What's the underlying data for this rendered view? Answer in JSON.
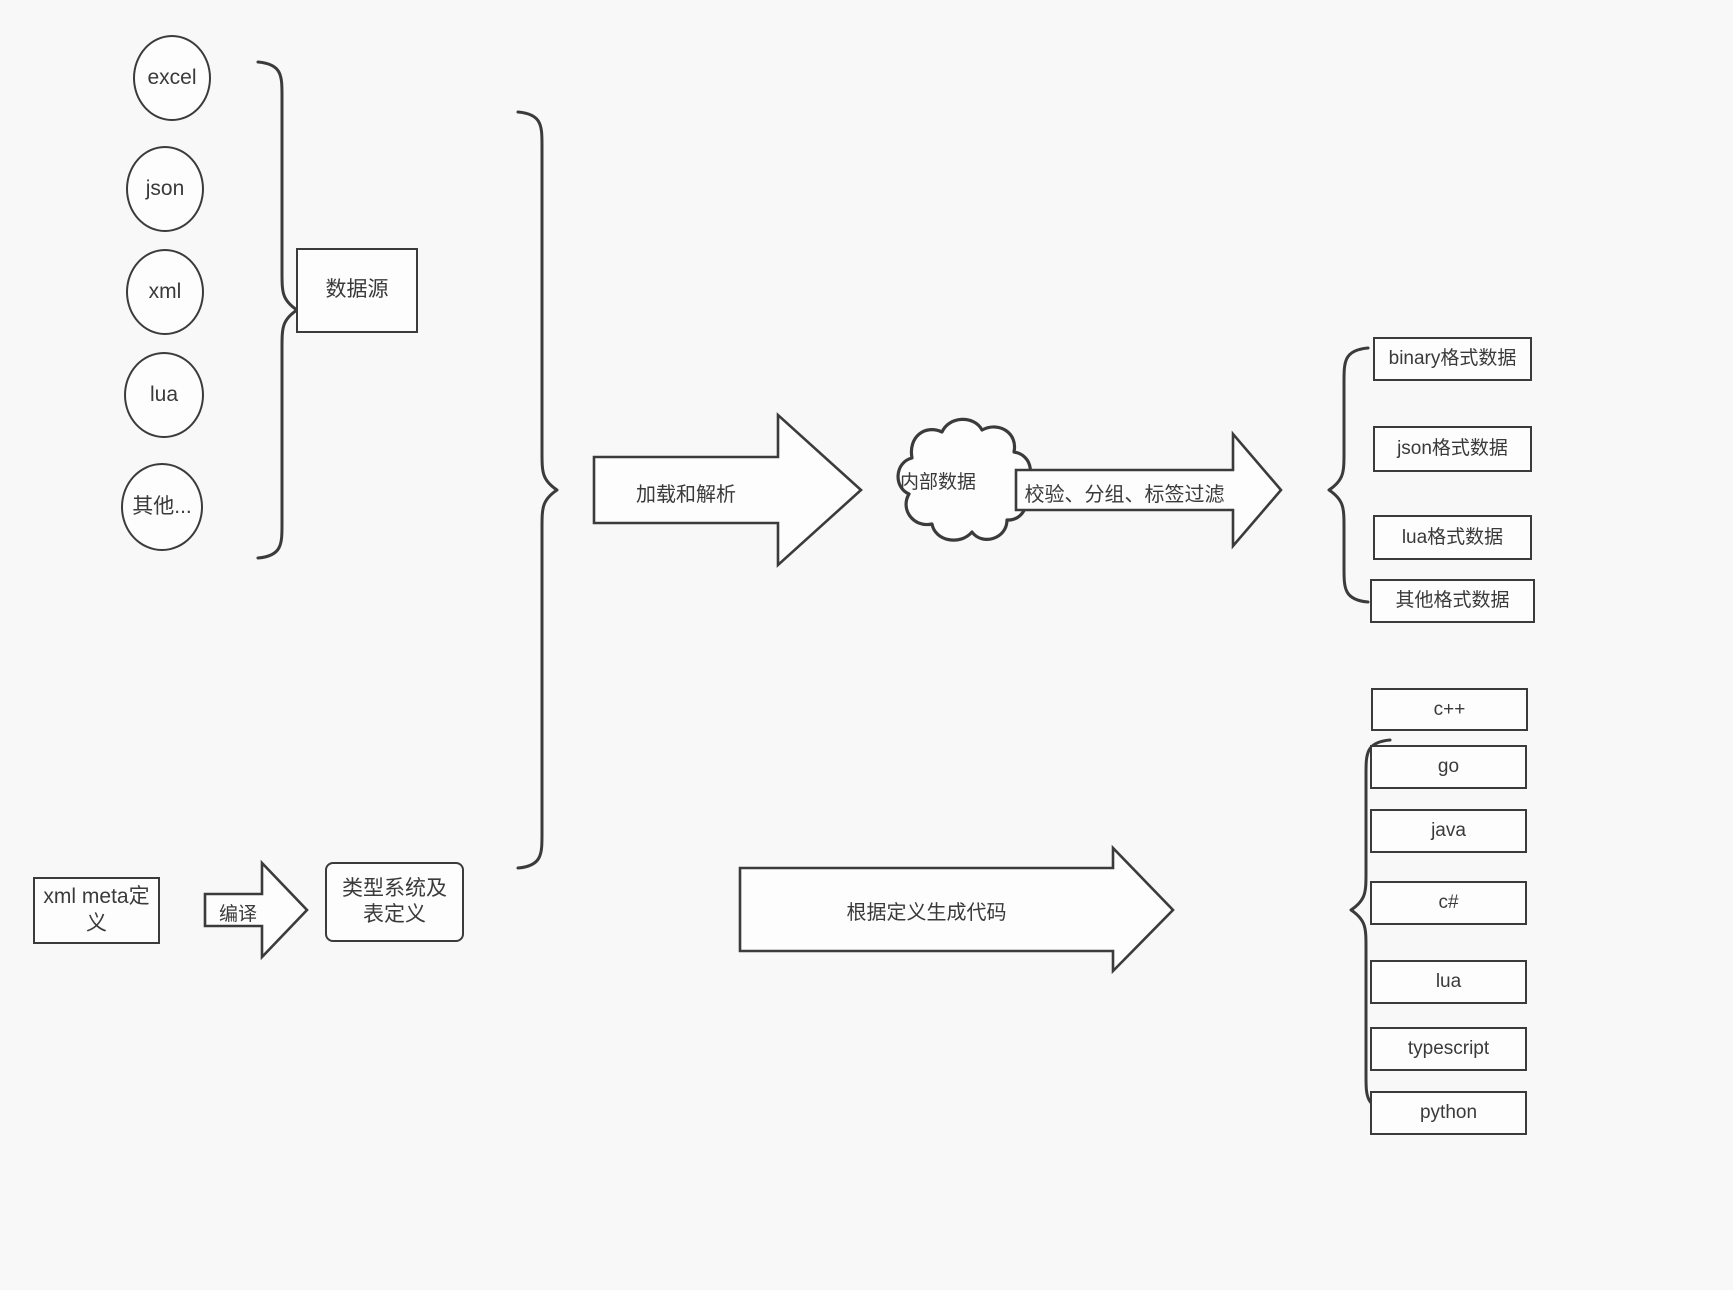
{
  "diagram": {
    "title": "Data pipeline and code generation flow",
    "colors": {
      "background": "#f8f8f8",
      "stroke": "#3b3b3b",
      "fill": "#fdfdfd",
      "text": "#3a3a3a"
    },
    "sources": [
      {
        "label": "excel"
      },
      {
        "label": "json"
      },
      {
        "label": "xml"
      },
      {
        "label": "lua"
      },
      {
        "label": "其他..."
      }
    ],
    "source_group_label": "数据源",
    "meta_definition_label": "xml meta定义",
    "compile_arrow_label": "编译",
    "type_system_label": "类型系统及表定义",
    "load_parse_arrow_label": "加载和解析",
    "internal_data_label": "内部数据",
    "filter_arrow_label": "校验、分组、标签过滤",
    "output_formats": [
      {
        "label": "binary格式数据"
      },
      {
        "label": "json格式数据"
      },
      {
        "label": "lua格式数据"
      },
      {
        "label": "其他格式数据"
      }
    ],
    "codegen_arrow_label": "根据定义生成代码",
    "languages": [
      {
        "label": "c++"
      },
      {
        "label": "go"
      },
      {
        "label": "java"
      },
      {
        "label": "c#"
      },
      {
        "label": "lua"
      },
      {
        "label": "typescript"
      },
      {
        "label": "python"
      }
    ]
  }
}
